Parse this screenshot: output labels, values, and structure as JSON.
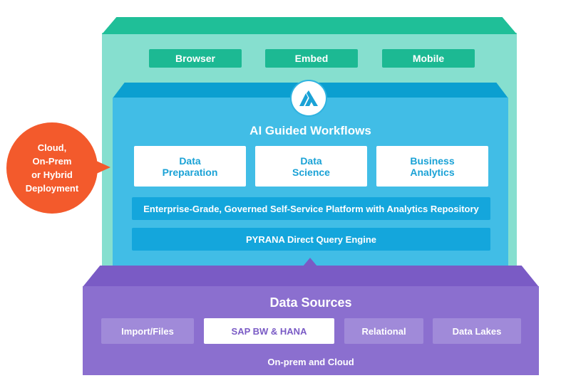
{
  "channels": [
    "Browser",
    "Embed",
    "Mobile"
  ],
  "platform": {
    "title": "AI Guided Workflows",
    "logo": "pyramid-logo-icon",
    "modules": [
      {
        "line1": "Data",
        "line2": "Preparation"
      },
      {
        "line1": "Data",
        "line2": "Science"
      },
      {
        "line1": "Business",
        "line2": "Analytics"
      }
    ],
    "repository_bar": "Enterprise-Grade, Governed Self-Service Platform with Analytics Repository",
    "engine_bar": "PYRANA Direct Query Engine"
  },
  "data_sources": {
    "title": "Data Sources",
    "items": [
      {
        "label": "Import/Files",
        "highlighted": false
      },
      {
        "label": "SAP BW & HANA",
        "highlighted": true
      },
      {
        "label": "Relational",
        "highlighted": false
      },
      {
        "label": "Data Lakes",
        "highlighted": false
      }
    ],
    "subtitle": "On-prem and Cloud"
  },
  "deployment": {
    "lines": [
      "Cloud,",
      "On-Prem",
      "or Hybrid",
      "Deployment"
    ]
  },
  "colors": {
    "teal_dark": "#1fbf98",
    "teal_light": "#86dfcf",
    "blue": "#41bde6",
    "blue_dark": "#14a6dc",
    "purple": "#8b6fcf",
    "orange": "#f35a2c"
  }
}
